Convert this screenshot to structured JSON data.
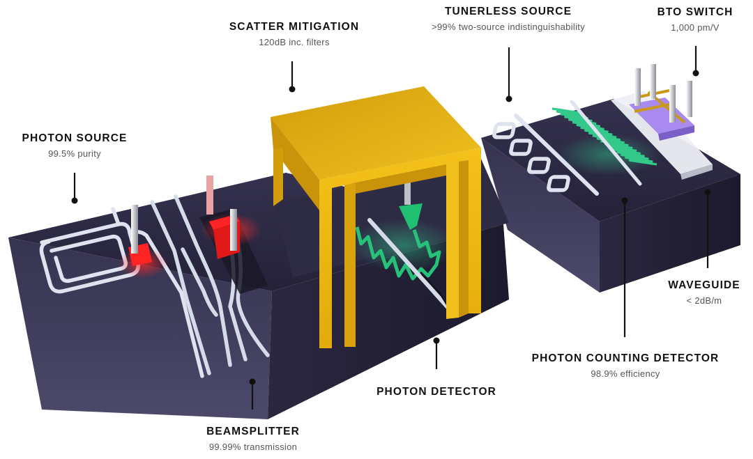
{
  "components": {
    "photon_source": {
      "title": "PHOTON SOURCE",
      "value": "99.5% purity"
    },
    "scatter_mitigation": {
      "title": "SCATTER MITIGATION",
      "value": "120dB inc. filters"
    },
    "tunerless_source": {
      "title": "TUNERLESS SOURCE",
      "value": ">99% two-source indistinguishability"
    },
    "bto_switch": {
      "title": "BTO SWITCH",
      "value": "1,000 pm/V"
    },
    "waveguide": {
      "title": "WAVEGUIDE",
      "value": "< 2dB/m"
    },
    "photon_counting_detector": {
      "title": "PHOTON COUNTING DETECTOR",
      "value": "98.9% efficiency"
    },
    "photon_detector": {
      "title": "PHOTON DETECTOR"
    },
    "beamsplitter": {
      "title": "BEAMSPLITTER",
      "value": "99.99% transmission"
    }
  },
  "colors": {
    "substrate": "#2b2842",
    "waveguide": "#d7dcea",
    "source_glow": "#ff2020",
    "filter_frame": "#e9b810",
    "detector": "#22c07a",
    "bto": "#9f7fe6"
  }
}
